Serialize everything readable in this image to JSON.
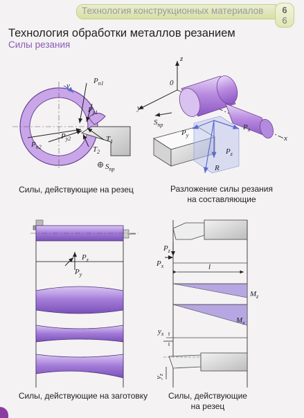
{
  "header": {
    "running_title": "Технология конструкционных материалов",
    "page_number_top": "6",
    "page_number_bottom": "6"
  },
  "title": "Технология обработки металлов резанием",
  "subtitle": "Силы резания",
  "panels": {
    "forces_on_tool": {
      "caption": "Силы, действующие на резец",
      "labels": {
        "pn1": "P",
        "pn1_sub": "n1",
        "py1": "P",
        "py1_sub": "y1",
        "pn2": "P",
        "pn2_sub": "n2",
        "py2": "P",
        "py2_sub": "y2",
        "t1": "T",
        "t1_sub": "1",
        "t2": "T",
        "t2_sub": "2",
        "v": "v",
        "snp": "S",
        "snp_sub": "пр"
      }
    },
    "force_decomposition": {
      "caption_line1": "Разложение силы резания",
      "caption_line2": "на составляющие",
      "labels": {
        "z": "z",
        "origin": "0",
        "y": "y",
        "x": "x",
        "snp": "S",
        "snp_sub": "пр",
        "py": "P",
        "py_sub": "y",
        "px": "P",
        "px_sub": "x",
        "pz": "P",
        "pz_sub": "z",
        "r": "R"
      }
    },
    "forces_on_workpiece": {
      "caption": "Силы, действующие на заготовку",
      "labels": {
        "pz": "P",
        "pz_sub": "z",
        "py": "P",
        "py_sub": "y"
      }
    },
    "forces_on_tool_bending": {
      "caption_line1": "Силы, действующие",
      "caption_line2": "на резец",
      "labels": {
        "pz": "P",
        "pz_sub": "z",
        "px": "P",
        "px_sub": "x",
        "l": "l",
        "mz": "M",
        "mz_sub": "z",
        "mx": "M",
        "mx_sub": "x",
        "yx": "y",
        "yx_sub": "x",
        "yz": "y",
        "yz_sub": "z"
      }
    }
  },
  "colors": {
    "accent_violet": "#a97ed8",
    "purple_part": "#c9a6e8",
    "header_green": "#d7dfa6",
    "subtitle": "#8a5ab5"
  }
}
